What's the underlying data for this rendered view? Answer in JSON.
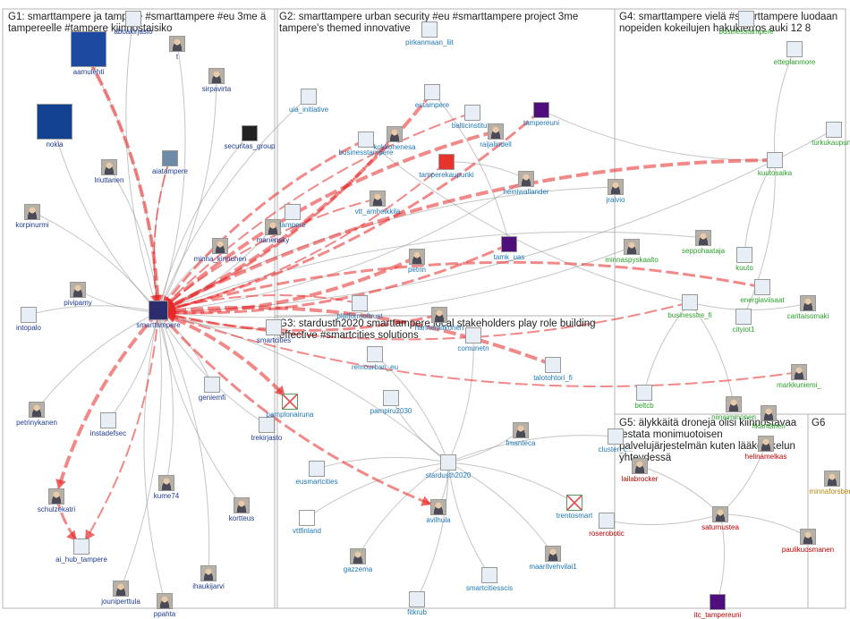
{
  "groups": [
    {
      "id": "G1",
      "title": "G1: smarttampere ja tampere #smarttampere #eu 3me ä tampereelle #tampere kiinnostaisiko",
      "label_color": "#1f3a93"
    },
    {
      "id": "G2",
      "title": "G2: smarttampere urban security #eu #smarttampere project 3me tampere's themed innovative",
      "label_color": "#1f77b4"
    },
    {
      "id": "G3",
      "title": "G3: stardusth2020 smarttampere local stakeholders play role building effective #smartcities solutions",
      "label_color": "#1f77b4"
    },
    {
      "id": "G4",
      "title": "G4: smarttampere vielä #smarttampere luodaan nopeiden kokeilujen hakukierros auki 12 8",
      "label_color": "#2ca02c"
    },
    {
      "id": "G5",
      "title": "G5: älykkäitä droneja olisi kiinnostavaa testata monimuotoisen palvelujärjestelmän kuten lääkejakelun yhteydessä",
      "label_color": "#c00000"
    },
    {
      "id": "G6",
      "title": "G6",
      "label_color": "#b8860b"
    }
  ],
  "nodes": [
    {
      "id": "smarttampere",
      "label": "smarttampere",
      "group": "G1",
      "color": "#1f3a93",
      "icon": "smarttampere-logo"
    },
    {
      "id": "aamulehti",
      "label": "aamulehti",
      "group": "G1",
      "color": "#1f3a93",
      "icon": "aamulehti-logo"
    },
    {
      "id": "nokia",
      "label": "nokia",
      "group": "G1",
      "color": "#1f3a93",
      "icon": "nokia-logo"
    },
    {
      "id": "lriuttanen",
      "label": "lriuttanen",
      "group": "G1",
      "color": "#1f3a93",
      "icon": "avatar"
    },
    {
      "id": "aiatampere",
      "label": "aiatampere",
      "group": "G1",
      "color": "#1f3a93",
      "icon": "city-photo"
    },
    {
      "id": "sirpavirta",
      "label": "sirpavirta",
      "group": "G1",
      "color": "#1f3a93",
      "icon": "avatar"
    },
    {
      "id": "securitas_group",
      "label": "securitas_group",
      "group": "G1",
      "color": "#1f3a93",
      "icon": "securitas-logo"
    },
    {
      "id": "korpinurmi",
      "label": "korpinurmi",
      "group": "G1",
      "color": "#1f3a93",
      "icon": "avatar"
    },
    {
      "id": "minna_kinnunen",
      "label": "minna_kinnunen",
      "group": "G1",
      "color": "#1f3a93",
      "icon": "avatar"
    },
    {
      "id": "manensky",
      "label": "manensky",
      "group": "G1",
      "color": "#1f3a93",
      "icon": "avatar"
    },
    {
      "id": "pivipamy",
      "label": "pivipamy",
      "group": "G1",
      "color": "#1f3a93",
      "icon": "avatar"
    },
    {
      "id": "intopalo",
      "label": "intopalo",
      "group": "G1",
      "color": "#1f3a93",
      "icon": "logo"
    },
    {
      "id": "smartcities",
      "label": "smartcities",
      "group": "G1",
      "color": "#1f3a93",
      "icon": "logo"
    },
    {
      "id": "geniemfi",
      "label": "geniemfi",
      "group": "G1",
      "color": "#1f3a93",
      "icon": "logo"
    },
    {
      "id": "petrinykanen",
      "label": "petrinykanen",
      "group": "G1",
      "color": "#1f3a93",
      "icon": "avatar"
    },
    {
      "id": "instadefsec",
      "label": "instadefsec",
      "group": "G1",
      "color": "#1f3a93",
      "icon": "logo"
    },
    {
      "id": "trekirjasto",
      "label": "trekirjasto",
      "group": "G1",
      "color": "#1f3a93",
      "icon": "logo"
    },
    {
      "id": "schulzekatri",
      "label": "schulzekatri",
      "group": "G1",
      "color": "#1f3a93",
      "icon": "avatar"
    },
    {
      "id": "kume74",
      "label": "kume74",
      "group": "G1",
      "color": "#1f3a93",
      "icon": "avatar"
    },
    {
      "id": "kortteus",
      "label": "kortteus",
      "group": "G1",
      "color": "#1f3a93",
      "icon": "avatar"
    },
    {
      "id": "ai_hub_tampere",
      "label": "ai_hub_tampere",
      "group": "G1",
      "color": "#1f3a93",
      "icon": "logo"
    },
    {
      "id": "ihaukijarvi",
      "label": "ihaukijarvi",
      "group": "G1",
      "color": "#1f3a93",
      "icon": "avatar"
    },
    {
      "id": "jouniperttula",
      "label": "jouniperttula",
      "group": "G1",
      "color": "#1f3a93",
      "icon": "avatar"
    },
    {
      "id": "ppahta",
      "label": "ppahta",
      "group": "G1",
      "color": "#1f3a93",
      "icon": "avatar"
    },
    {
      "id": "t",
      "label": "t",
      "group": "G1",
      "color": "#1f3a93",
      "icon": "avatar"
    },
    {
      "id": "aboakirjaston",
      "label": "aboakirjasto",
      "group": "G1",
      "color": "#1f3a93",
      "icon": "logo"
    },
    {
      "id": "uia_initiative",
      "label": "uia_initiative",
      "group": "G2",
      "color": "#1f77b4",
      "icon": "logo"
    },
    {
      "id": "pirkanmaan_liit",
      "label": "pirkanmaan_liit",
      "group": "G2",
      "color": "#1f77b4",
      "icon": "logo"
    },
    {
      "id": "eutampere",
      "label": "eutampere",
      "group": "G2",
      "color": "#1f77b4",
      "icon": "logo"
    },
    {
      "id": "balticinstitute",
      "label": "balticinstitute",
      "group": "G2",
      "color": "#1f77b4",
      "icon": "logo"
    },
    {
      "id": "tampereuni",
      "label": "tampereuni",
      "group": "G2",
      "color": "#1f77b4",
      "icon": "tuni-logo"
    },
    {
      "id": "raijalindell",
      "label": "raijalindell",
      "group": "G2",
      "color": "#1f77b4",
      "icon": "avatar"
    },
    {
      "id": "kokkonenesa",
      "label": "kokkonenesa",
      "group": "G2",
      "color": "#1f77b4",
      "icon": "avatar"
    },
    {
      "id": "businesstampere",
      "label": "businesstampere",
      "group": "G2",
      "color": "#1f77b4",
      "icon": "logo"
    },
    {
      "id": "tamperekaupunki",
      "label": "tamperekaupunki",
      "group": "G2",
      "color": "#1f77b4",
      "icon": "tampere-crest"
    },
    {
      "id": "heiniwallander",
      "label": "heiniwallander",
      "group": "G2",
      "color": "#1f77b4",
      "icon": "avatar"
    },
    {
      "id": "vtt_amheikkila",
      "label": "vtt_amheikkila",
      "group": "G2",
      "color": "#1f77b4",
      "icon": "avatar"
    },
    {
      "id": "jraivio",
      "label": "jraivio",
      "group": "G2",
      "color": "#1f77b4",
      "icon": "avatar"
    },
    {
      "id": "tampere",
      "label": "tampere",
      "group": "G2",
      "color": "#1f77b4",
      "icon": "logo"
    },
    {
      "id": "tamk_uas",
      "label": "tamk_uas",
      "group": "G2",
      "color": "#1f77b4",
      "icon": "tamk-logo"
    },
    {
      "id": "petrin",
      "label": "petrin",
      "group": "G2",
      "color": "#1f77b4",
      "icon": "avatar"
    },
    {
      "id": "platformoftrust",
      "label": "platformoftrust",
      "group": "G2",
      "color": "#1f77b4",
      "icon": "logo"
    },
    {
      "id": "hannerailkonen",
      "label": "hannerailkonen",
      "group": "G2",
      "color": "#1f77b4",
      "icon": "avatar"
    },
    {
      "id": "remourban_eu",
      "label": "remourban_eu",
      "group": "G3",
      "color": "#1f77b4",
      "icon": "logo"
    },
    {
      "id": "comunetn",
      "label": "comunetn",
      "group": "G3",
      "color": "#1f77b4",
      "icon": "logo"
    },
    {
      "id": "talotohtori_fi",
      "label": "talotohtori_fi",
      "group": "G3",
      "color": "#1f77b4",
      "icon": "logo"
    },
    {
      "id": "pampiru2030",
      "label": "pampiru2030",
      "group": "G3",
      "color": "#1f77b4",
      "icon": "logo"
    },
    {
      "id": "pamplonairuna",
      "label": "pamplonairuna",
      "group": "G3",
      "color": "#1f77b4",
      "icon": "broken-image"
    },
    {
      "id": "fmanteca",
      "label": "fmanteca",
      "group": "G3",
      "color": "#1f77b4",
      "icon": "avatar"
    },
    {
      "id": "cluster_cluster",
      "label": "cluster_c...",
      "group": "G3",
      "color": "#1f77b4",
      "icon": "logo"
    },
    {
      "id": "stardusth2020",
      "label": "stardusth2020",
      "group": "G3",
      "color": "#1f77b4",
      "icon": "logo"
    },
    {
      "id": "eusmartcities",
      "label": "eusmartcities",
      "group": "G3",
      "color": "#1f77b4",
      "icon": "logo"
    },
    {
      "id": "trentosmart",
      "label": "trentosmart",
      "group": "G3",
      "color": "#1f77b4",
      "icon": "broken-image"
    },
    {
      "id": "vttfinland",
      "label": "vttfinland",
      "group": "G3",
      "color": "#1f77b4",
      "icon": "vtt-logo"
    },
    {
      "id": "avilhula",
      "label": "avilhula",
      "group": "G3",
      "color": "#1f77b4",
      "icon": "avatar"
    },
    {
      "id": "gazzema",
      "label": "gazzema",
      "group": "G3",
      "color": "#1f77b4",
      "icon": "avatar"
    },
    {
      "id": "maaritvehvilai1",
      "label": "maaritvehvilai1",
      "group": "G3",
      "color": "#1f77b4",
      "icon": "avatar"
    },
    {
      "id": "smartcitiesscis",
      "label": "smartcitiesscis",
      "group": "G3",
      "color": "#1f77b4",
      "icon": "logo"
    },
    {
      "id": "fitkrub",
      "label": "fitkrub",
      "group": "G3",
      "color": "#1f77b4",
      "icon": "logo"
    },
    {
      "id": "etteplanmore",
      "label": "etteplanmore",
      "group": "G4",
      "color": "#2ca02c",
      "icon": "logo"
    },
    {
      "id": "businesstampere2",
      "label": "businesstampere",
      "group": "G4",
      "color": "#2ca02c",
      "icon": "logo"
    },
    {
      "id": "turkukaupunki",
      "label": "turkukaupunki",
      "group": "G4",
      "color": "#2ca02c",
      "icon": "logo"
    },
    {
      "id": "kuutosaika",
      "label": "kuutosaika",
      "group": "G4",
      "color": "#2ca02c",
      "icon": "logo"
    },
    {
      "id": "minnaspyskaalto",
      "label": "minnaspyskaalto",
      "group": "G4",
      "color": "#2ca02c",
      "icon": "avatar"
    },
    {
      "id": "seppohaataja",
      "label": "seppohaataja",
      "group": "G4",
      "color": "#2ca02c",
      "icon": "avatar"
    },
    {
      "id": "kuuto",
      "label": "kuuto",
      "group": "G4",
      "color": "#2ca02c",
      "icon": "logo"
    },
    {
      "id": "energiaviisaat",
      "label": "energiaviisaat",
      "group": "G4",
      "color": "#2ca02c",
      "icon": "logo"
    },
    {
      "id": "businesstre_fi",
      "label": "businesstre_fi",
      "group": "G4",
      "color": "#2ca02c",
      "icon": "logo"
    },
    {
      "id": "caritaisomaki",
      "label": "caritaisomaki",
      "group": "G4",
      "color": "#2ca02c",
      "icon": "avatar"
    },
    {
      "id": "cityiot1",
      "label": "cityiot1",
      "group": "G4",
      "color": "#2ca02c",
      "icon": "logo"
    },
    {
      "id": "markkuniemi_",
      "label": "markkuniemi_",
      "group": "G4",
      "color": "#2ca02c",
      "icon": "avatar"
    },
    {
      "id": "beltcb",
      "label": "beltcb",
      "group": "G4",
      "color": "#2ca02c",
      "icon": "logo"
    },
    {
      "id": "niinaimmonen",
      "label": "niinaimmonen",
      "group": "G4",
      "color": "#2ca02c",
      "icon": "avatar"
    },
    {
      "id": "hkantanen",
      "label": "hkantanen",
      "group": "G4",
      "color": "#2ca02c",
      "icon": "avatar"
    },
    {
      "id": "helinamelkas",
      "label": "helinamelkas",
      "group": "G5",
      "color": "#c00000",
      "icon": "avatar"
    },
    {
      "id": "lailabrocker",
      "label": "lailabrocker",
      "group": "G5",
      "color": "#c00000",
      "icon": "avatar"
    },
    {
      "id": "saturnustea",
      "label": "saturnustea",
      "group": "G5",
      "color": "#c00000",
      "icon": "avatar"
    },
    {
      "id": "roserobotic",
      "label": "roserobotic",
      "group": "G5",
      "color": "#c00000",
      "icon": "logo"
    },
    {
      "id": "itc_tampereuni",
      "label": "itc_tampereuni",
      "group": "G5",
      "color": "#c00000",
      "icon": "tuni-logo"
    },
    {
      "id": "minnaforsberg",
      "label": "minnaforsberg",
      "group": "G6",
      "color": "#b8860b",
      "icon": "avatar"
    },
    {
      "id": "paulikuosmanen",
      "label": "paulikuosmanen",
      "group": "G6",
      "color": "#c00000",
      "icon": "avatar"
    }
  ],
  "edges": [
    [
      "aamulehti",
      "smarttampere",
      "gray"
    ],
    [
      "nokia",
      "smarttampere",
      "gray"
    ],
    [
      "lriuttanen",
      "smarttampere",
      "gray"
    ],
    [
      "aiatampere",
      "smarttampere",
      "gray"
    ],
    [
      "sirpavirta",
      "smarttampere",
      "gray"
    ],
    [
      "securitas_group",
      "smarttampere",
      "gray"
    ],
    [
      "korpinurmi",
      "smarttampere",
      "gray"
    ],
    [
      "minna_kinnunen",
      "smarttampere",
      "gray"
    ],
    [
      "manensky",
      "smarttampere",
      "gray"
    ],
    [
      "pivipamy",
      "smarttampere",
      "gray"
    ],
    [
      "intopalo",
      "smarttampere",
      "gray"
    ],
    [
      "geniemfi",
      "smarttampere",
      "gray"
    ],
    [
      "petrinykanen",
      "smarttampere",
      "gray"
    ],
    [
      "instadefsec",
      "smarttampere",
      "gray"
    ],
    [
      "trekirjasto",
      "smarttampere",
      "gray"
    ],
    [
      "kume74",
      "smarttampere",
      "gray"
    ],
    [
      "kortteus",
      "smarttampere",
      "gray"
    ],
    [
      "ihaukijarvi",
      "smarttampere",
      "gray"
    ],
    [
      "ppahta",
      "smarttampere",
      "gray"
    ],
    [
      "jouniperttula",
      "smarttampere",
      "gray"
    ],
    [
      "t",
      "smarttampere",
      "gray"
    ],
    [
      "aboakirjaston",
      "smarttampere",
      "gray"
    ],
    [
      "smartcities",
      "smarttampere",
      "gray"
    ],
    [
      "smarttampere",
      "schulzekatri",
      "red"
    ],
    [
      "smarttampere",
      "ai_hub_tampere",
      "red"
    ],
    [
      "schulzekatri",
      "ai_hub_tampere",
      "red"
    ],
    [
      "aamulehti",
      "smarttampere",
      "red"
    ],
    [
      "aiatampere",
      "smarttampere",
      "red"
    ],
    [
      "tampereuni",
      "smarttampere",
      "red"
    ],
    [
      "raijalindell",
      "smarttampere",
      "red"
    ],
    [
      "tamperekaupunki",
      "smarttampere",
      "red"
    ],
    [
      "businesstampere",
      "smarttampere",
      "red"
    ],
    [
      "eutampere",
      "smarttampere",
      "red"
    ],
    [
      "balticinstitute",
      "smarttampere",
      "red"
    ],
    [
      "tamk_uas",
      "smarttampere",
      "red"
    ],
    [
      "kuutosaika",
      "smarttampere",
      "red"
    ],
    [
      "businesstre_fi",
      "smarttampere",
      "red"
    ],
    [
      "energiaviisaat",
      "smarttampere",
      "red"
    ],
    [
      "petrin",
      "smarttampere",
      "red"
    ],
    [
      "platformoftrust",
      "smarttampere",
      "red"
    ],
    [
      "hannerailkonen",
      "smarttampere",
      "red"
    ],
    [
      "talotohtori_fi",
      "smarttampere",
      "red"
    ],
    [
      "markkuniemi_",
      "smarttampere",
      "red"
    ],
    [
      "smarttampere",
      "avilhula",
      "red"
    ],
    [
      "smarttampere",
      "pamplonairuna",
      "red"
    ],
    [
      "vtt_amheikkila",
      "smarttampere",
      "red"
    ],
    [
      "kokkonenesa",
      "smarttampere",
      "red"
    ],
    [
      "uia_initiative",
      "smarttampere",
      "gray"
    ],
    [
      "heiniwallander",
      "smarttampere",
      "gray"
    ],
    [
      "jraivio",
      "smarttampere",
      "gray"
    ],
    [
      "minnaspyskaalto",
      "smarttampere",
      "gray"
    ],
    [
      "seppohaataja",
      "smarttampere",
      "gray"
    ],
    [
      "turkukaupunki",
      "smarttampere",
      "gray"
    ],
    [
      "stardusth2020",
      "smarttampere",
      "gray"
    ],
    [
      "remourban_eu",
      "stardusth2020",
      "gray"
    ],
    [
      "pampiru2030",
      "stardusth2020",
      "gray"
    ],
    [
      "fmanteca",
      "stardusth2020",
      "gray"
    ],
    [
      "cluster_cluster",
      "stardusth2020",
      "gray"
    ],
    [
      "eusmartcities",
      "stardusth2020",
      "gray"
    ],
    [
      "trentosmart",
      "stardusth2020",
      "gray"
    ],
    [
      "vttfinland",
      "stardusth2020",
      "gray"
    ],
    [
      "avilhula",
      "stardusth2020",
      "gray"
    ],
    [
      "gazzema",
      "stardusth2020",
      "gray"
    ],
    [
      "maaritvehvilai1",
      "stardusth2020",
      "gray"
    ],
    [
      "smartcitiesscis",
      "stardusth2020",
      "gray"
    ],
    [
      "fitkrub",
      "stardusth2020",
      "gray"
    ],
    [
      "comunetn",
      "stardusth2020",
      "gray"
    ],
    [
      "etteplanmore",
      "kuutosaika",
      "gray"
    ],
    [
      "kuuto",
      "kuutosaika",
      "gray"
    ],
    [
      "cityiot1",
      "kuutosaika",
      "gray"
    ],
    [
      "beltcb",
      "businesstre_fi",
      "gray"
    ],
    [
      "niinaimmonen",
      "businesstre_fi",
      "gray"
    ],
    [
      "caritaisomaki",
      "businesstre_fi",
      "gray"
    ],
    [
      "roserobotic",
      "saturnustea",
      "gray"
    ],
    [
      "lailabrocker",
      "saturnustea",
      "gray"
    ],
    [
      "itc_tampereuni",
      "saturnustea",
      "gray"
    ],
    [
      "helinamelkas",
      "saturnustea",
      "gray"
    ],
    [
      "paulikuosmanen",
      "saturnustea",
      "gray"
    ],
    [
      "tamperekaupunki",
      "heiniwallander",
      "gray"
    ],
    [
      "tampereuni",
      "kuutosaika",
      "gray"
    ],
    [
      "eutampere",
      "tamk_uas",
      "gray"
    ],
    [
      "businesstampere",
      "businesstre_fi",
      "gray"
    ]
  ]
}
